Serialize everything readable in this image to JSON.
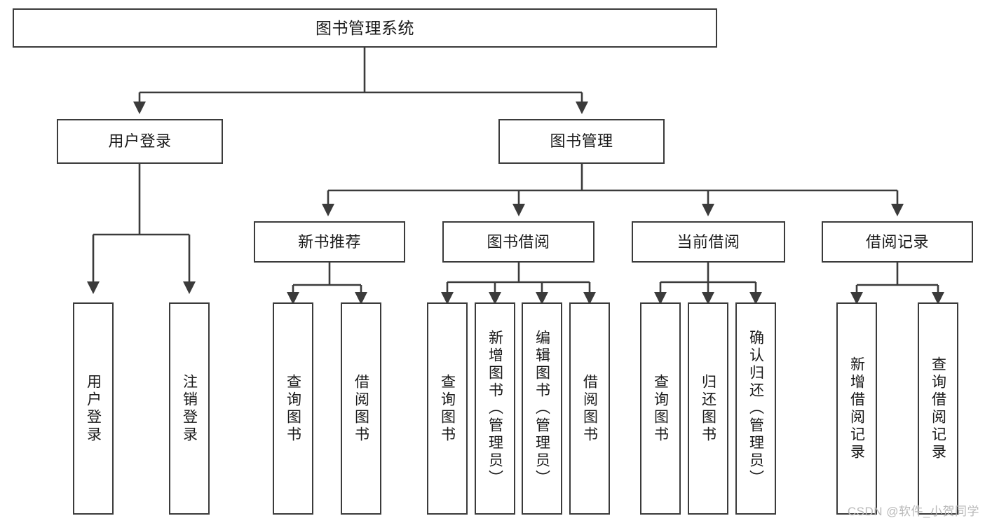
{
  "diagram": {
    "type": "tree",
    "title": "图书管理系统",
    "nodes": {
      "root": {
        "label": "图书管理系统"
      },
      "level2": [
        {
          "id": "user-login",
          "label": "用户登录"
        },
        {
          "id": "book-manage",
          "label": "图书管理"
        }
      ],
      "level3": [
        {
          "id": "new-book-recommend",
          "label": "新书推荐",
          "parent": "book-manage"
        },
        {
          "id": "book-borrow",
          "label": "图书借阅",
          "parent": "book-manage"
        },
        {
          "id": "current-borrow",
          "label": "当前借阅",
          "parent": "book-manage"
        },
        {
          "id": "borrow-record",
          "label": "借阅记录",
          "parent": "book-manage"
        }
      ],
      "leaves": [
        {
          "id": "leaf-user-login",
          "label": "用户登录",
          "parent": "user-login"
        },
        {
          "id": "leaf-logout",
          "label": "注销登录",
          "parent": "user-login"
        },
        {
          "id": "leaf-query-book-1",
          "label": "查询图书",
          "parent": "new-book-recommend"
        },
        {
          "id": "leaf-borrow-book-1",
          "label": "借阅图书",
          "parent": "new-book-recommend"
        },
        {
          "id": "leaf-query-book-2",
          "label": "查询图书",
          "parent": "book-borrow"
        },
        {
          "id": "leaf-add-book",
          "label": "新增图书（管理员）",
          "parent": "book-borrow"
        },
        {
          "id": "leaf-edit-book",
          "label": "编辑图书（管理员）",
          "parent": "book-borrow"
        },
        {
          "id": "leaf-borrow-book-2",
          "label": "借阅图书",
          "parent": "book-borrow"
        },
        {
          "id": "leaf-query-book-3",
          "label": "查询图书",
          "parent": "current-borrow"
        },
        {
          "id": "leaf-return-book",
          "label": "归还图书",
          "parent": "current-borrow"
        },
        {
          "id": "leaf-confirm-return",
          "label": "确认归还（管理员）",
          "parent": "current-borrow"
        },
        {
          "id": "leaf-add-record",
          "label": "新增借阅记录",
          "parent": "borrow-record"
        },
        {
          "id": "leaf-query-record",
          "label": "查询借阅记录",
          "parent": "borrow-record"
        }
      ]
    },
    "colors": {
      "border": "#3b3b3b",
      "connector": "#3b3b3b",
      "background": "#ffffff",
      "text": "#1a1a1a",
      "watermark": "#b9b9b9"
    }
  },
  "watermark": {
    "text": "CSDN @软件_小贺同学"
  }
}
